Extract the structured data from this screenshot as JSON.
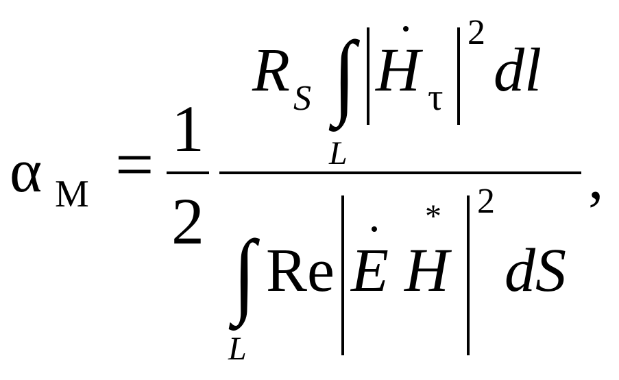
{
  "formula": {
    "lhs_symbol": "α",
    "lhs_subscript": "M",
    "equals": "=",
    "half_numerator": "1",
    "half_denominator": "2",
    "num_R": "R",
    "num_R_sub": "S",
    "integral": "∫",
    "num_int_limit": "L",
    "num_H": "H",
    "num_H_sub": "τ",
    "num_power": "2",
    "num_d": "dl",
    "den_int_limit": "L",
    "den_Re": "Re",
    "den_E": "E",
    "den_star": "*",
    "den_H": "H",
    "den_power": "2",
    "den_d": "dS",
    "comma": ","
  }
}
